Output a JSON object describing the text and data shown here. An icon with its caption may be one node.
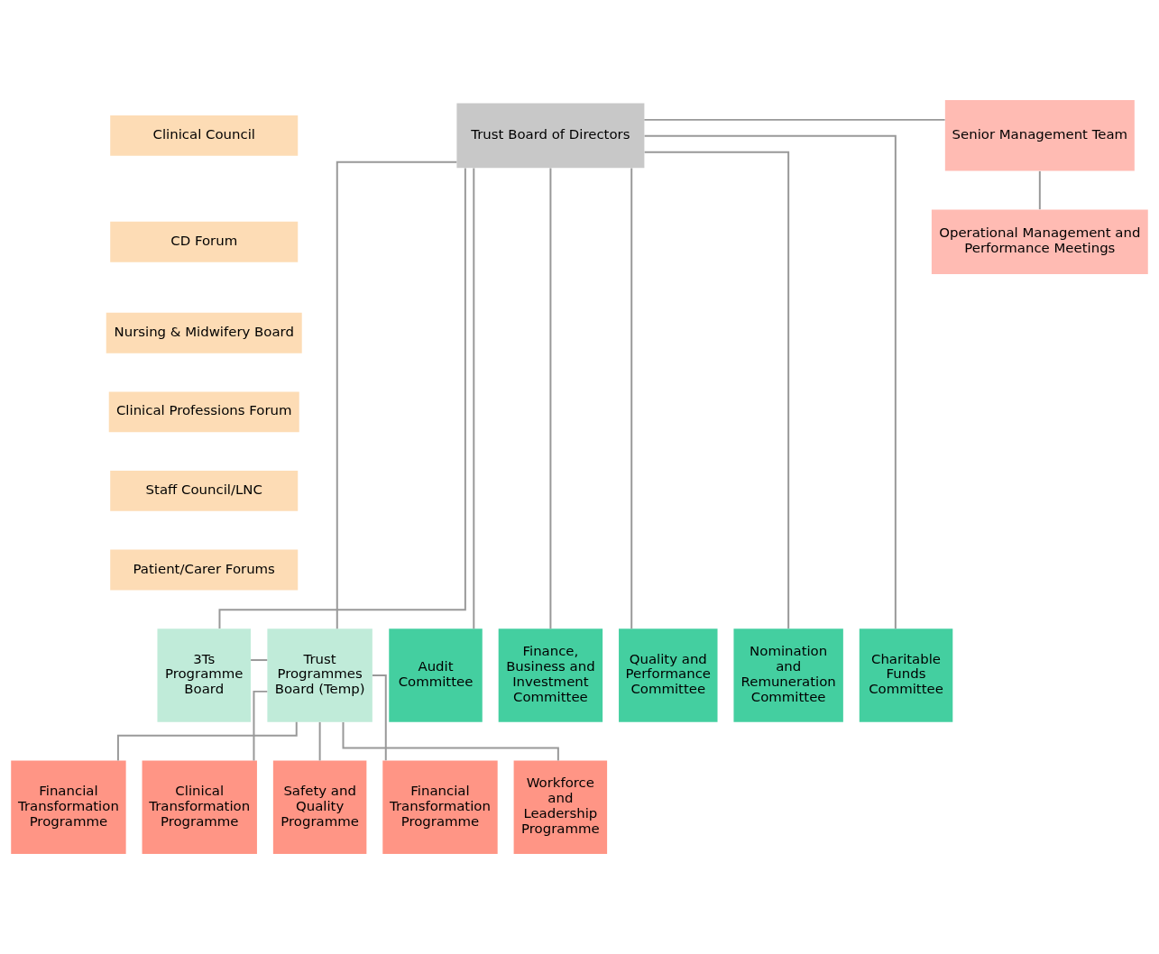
{
  "diagram": {
    "nodes": [
      {
        "text": [
          "Clinical Council"
        ]
      },
      {
        "text": [
          "CD Forum"
        ]
      },
      {
        "text": [
          "Nursing & Midwifery Board"
        ]
      },
      {
        "text": [
          "Clinical Professions Forum"
        ]
      },
      {
        "text": [
          "Staff Council/LNC"
        ]
      },
      {
        "text": [
          "Patient/Carer Forums"
        ]
      },
      {
        "text": [
          "Senior Management Team"
        ]
      },
      {
        "text": [
          "Trust Board of Directors"
        ]
      },
      {
        "text": [
          "Operational Management and Performance Meetings"
        ]
      },
      {
        "text": [
          "3Ts Programme Board"
        ]
      },
      {
        "text": [
          "Trust Programmes Board (Temp)"
        ]
      },
      {
        "text": [
          "Audit Committee"
        ]
      },
      {
        "text": [
          "Finance, Business and Investment Committee"
        ]
      },
      {
        "text": [
          "Quality and Performance Committee"
        ]
      },
      {
        "text": [
          "Nomination and Remuneration Committee"
        ]
      },
      {
        "text": [
          "Charitable Funds Committee"
        ]
      },
      {
        "text": [
          "Financial Transformation Programme"
        ]
      },
      {
        "text": [
          "Clinical Transformation Programme"
        ]
      },
      {
        "text": [
          "Safety and Quality Programme"
        ]
      },
      {
        "text": [
          "Financial Transformation Programme"
        ]
      },
      {
        "text": [
          "Workforce and Leadership Programme"
        ]
      }
    ],
    "edges": [
      {
        "from": 6,
        "to": 7,
        "arrow": "none"
      },
      {
        "from": 6,
        "to": 8,
        "arrow": "none"
      },
      {
        "from": 7,
        "to": 9,
        "arrow": "none"
      },
      {
        "from": 7,
        "to": 10,
        "arrow": "none"
      },
      {
        "from": 7,
        "to": 11,
        "arrow": "none"
      },
      {
        "from": 7,
        "to": 12,
        "arrow": "none"
      },
      {
        "from": 7,
        "to": 13,
        "arrow": "none"
      },
      {
        "from": 7,
        "to": 14,
        "arrow": "none"
      },
      {
        "from": 7,
        "to": 15,
        "arrow": "none"
      },
      {
        "from": 9,
        "to": 10,
        "arrow": "none"
      },
      {
        "from": 10,
        "to": 16,
        "arrow": "none"
      },
      {
        "from": 10,
        "to": 17,
        "arrow": "none"
      },
      {
        "from": 10,
        "to": 18,
        "arrow": "none"
      },
      {
        "from": 10,
        "to": 19,
        "arrow": "none"
      },
      {
        "from": 10,
        "to": 20,
        "arrow": "none"
      }
    ]
  }
}
